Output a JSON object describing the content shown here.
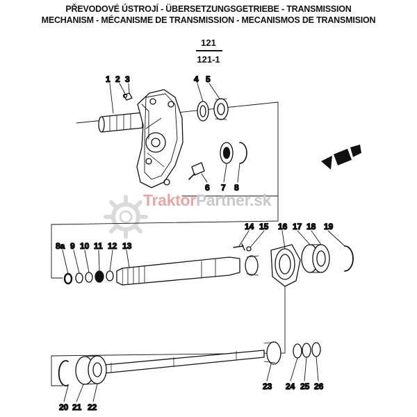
{
  "header": {
    "line1": "PŘEVODOVÉ ÚSTROJÍ - ÜBERSETZUNGSGETRIEBE - TRANSMISSION",
    "line2": "MECHANISM - MÉCANISME DE TRANSMISSION - MECANISMOS DE TRANSMISION"
  },
  "section": {
    "number_top": "121",
    "number_bottom": "121-1"
  },
  "watermark": {
    "part1": "Traktor",
    "part2": "Partner",
    "part3": ".sk",
    "accent_color": "#e8a6a6",
    "gray_color": "#c9c9c9"
  },
  "part_numbers": [
    {
      "id": "p1",
      "label": "1"
    },
    {
      "id": "p2",
      "label": "2"
    },
    {
      "id": "p3",
      "label": "3"
    },
    {
      "id": "p4",
      "label": "4"
    },
    {
      "id": "p5",
      "label": "5"
    },
    {
      "id": "p6",
      "label": "6"
    },
    {
      "id": "p7",
      "label": "7"
    },
    {
      "id": "p8",
      "label": "8"
    },
    {
      "id": "p8a",
      "label": "8a"
    },
    {
      "id": "p9",
      "label": "9"
    },
    {
      "id": "p10",
      "label": "10"
    },
    {
      "id": "p11",
      "label": "11"
    },
    {
      "id": "p12",
      "label": "12"
    },
    {
      "id": "p13",
      "label": "13"
    },
    {
      "id": "p14",
      "label": "14"
    },
    {
      "id": "p15",
      "label": "15"
    },
    {
      "id": "p16",
      "label": "16"
    },
    {
      "id": "p17",
      "label": "17"
    },
    {
      "id": "p18",
      "label": "18"
    },
    {
      "id": "p19",
      "label": "19"
    },
    {
      "id": "p20",
      "label": "20"
    },
    {
      "id": "p21",
      "label": "21"
    },
    {
      "id": "p22",
      "label": "22"
    },
    {
      "id": "p23",
      "label": "23"
    },
    {
      "id": "p24",
      "label": "24"
    },
    {
      "id": "p25",
      "label": "25"
    },
    {
      "id": "p26",
      "label": "26"
    }
  ]
}
